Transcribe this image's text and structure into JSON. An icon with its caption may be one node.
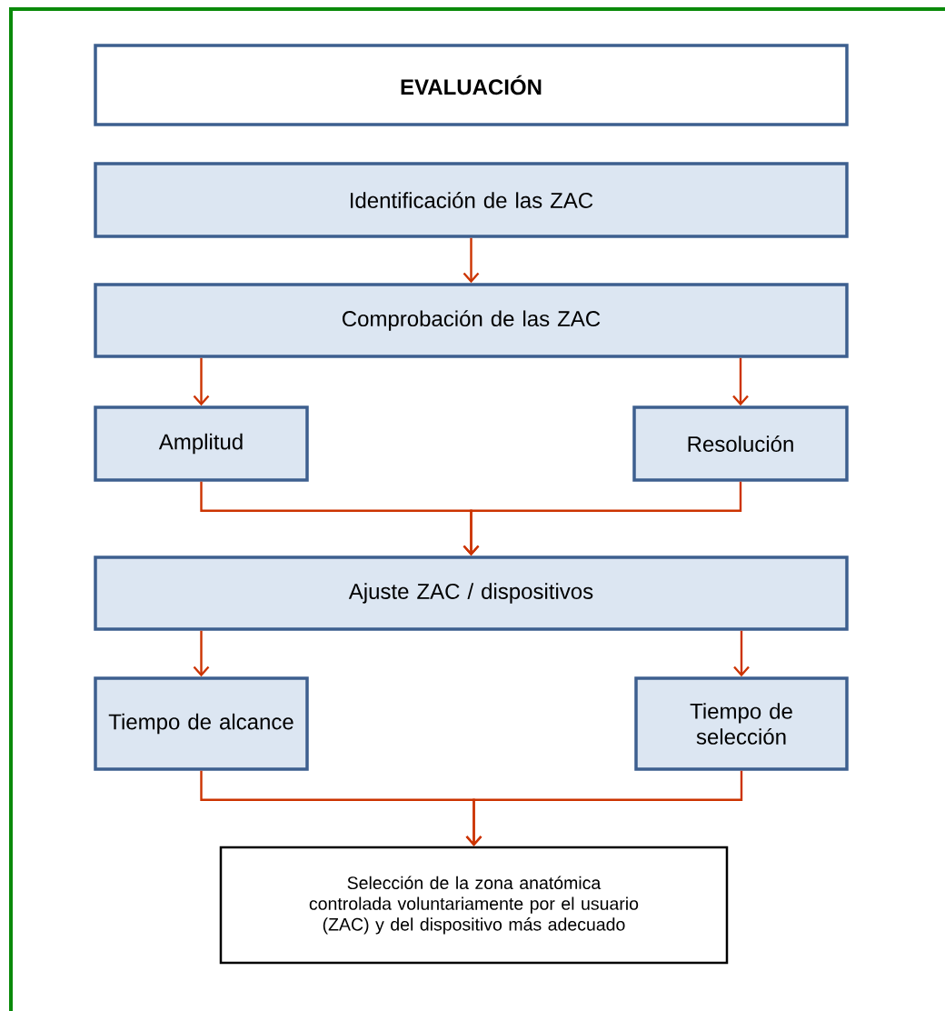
{
  "diagram": {
    "nodes": [
      {
        "text": [
          "EVALUACIÓN"
        ]
      },
      {
        "text": [
          "Identificación de las ZAC"
        ]
      },
      {
        "text": [
          "Comprobación de las ZAC"
        ]
      },
      {
        "text": [
          "Amplitud"
        ]
      },
      {
        "text": [
          "Resolución"
        ]
      },
      {
        "text": [
          "Ajuste ZAC / dispositivos"
        ]
      },
      {
        "text": [
          "Tiempo de alcance"
        ]
      },
      {
        "text": [
          "Tiempo de selección"
        ]
      },
      {
        "text": [
          "Selección de la zona anatómica controlada voluntariamente por el usuario (ZAC) y del dispositivo más adecuado"
        ]
      }
    ],
    "edges": [
      {
        "from": 1,
        "to": 2,
        "arrow": "to"
      },
      {
        "from": 2,
        "to": 3,
        "arrow": "to"
      },
      {
        "from": 2,
        "to": 4,
        "arrow": "to"
      },
      {
        "from": 3,
        "to": 5,
        "arrow": "to"
      },
      {
        "from": 4,
        "to": 5,
        "arrow": "to"
      },
      {
        "from": 5,
        "to": 6,
        "arrow": "to"
      },
      {
        "from": 5,
        "to": 7,
        "arrow": "to"
      },
      {
        "from": 6,
        "to": 8,
        "arrow": "to"
      },
      {
        "from": 7,
        "to": 8,
        "arrow": "to"
      }
    ]
  }
}
